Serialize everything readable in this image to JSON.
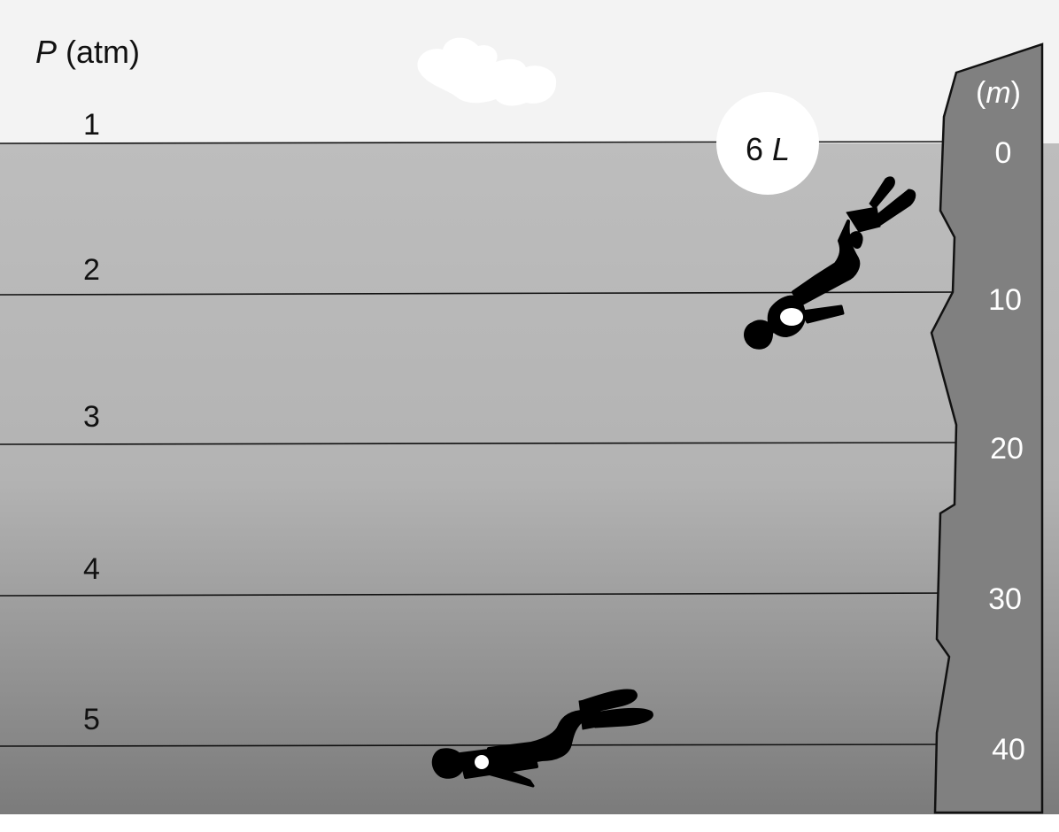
{
  "header": {
    "pressure_symbol": "P",
    "pressure_unit": "(atm)"
  },
  "depth_axis": {
    "unit_open": "(",
    "unit_symbol": "m",
    "unit_close": ")"
  },
  "pressure_levels": [
    "1",
    "2",
    "3",
    "4",
    "5"
  ],
  "depth_levels": [
    "0",
    "10",
    "20",
    "30",
    "40"
  ],
  "bubble": {
    "number": "6",
    "unit": "L"
  },
  "colors": {
    "sky": "#f3f3f3",
    "water_top": "#bdbdbd",
    "water_bottom": "#7a7a7a",
    "cliff": "#808080",
    "line": "#111111",
    "diver": "#000000"
  }
}
